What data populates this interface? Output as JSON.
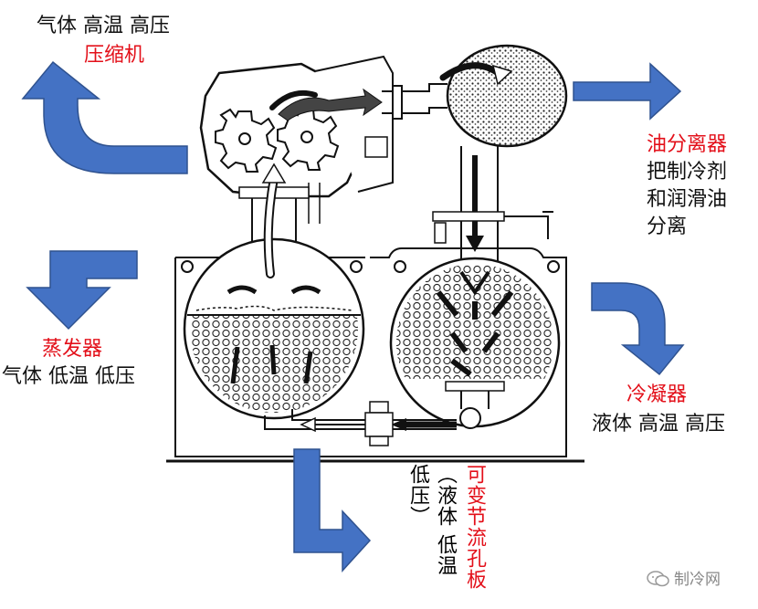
{
  "compressor": {
    "state": "气体 高温  高压",
    "name": "压缩机"
  },
  "oil_separator": {
    "name": "油分离器",
    "desc": [
      "把制冷剂",
      "和润滑油",
      "分离"
    ]
  },
  "evaporator": {
    "name": "蒸发器",
    "state": "气体 低温 低压"
  },
  "condenser": {
    "name": "冷凝器",
    "state": "液体 高温 高压"
  },
  "throttle": {
    "name": "可变节流孔板",
    "state_col1": "（液体 低温",
    "state_col2": "低压）"
  },
  "watermark": {
    "text": "制冷网"
  },
  "colors": {
    "arrow_fill": "#4472c4",
    "arrow_stroke": "#2f528f",
    "label_red": "#e3101a"
  }
}
